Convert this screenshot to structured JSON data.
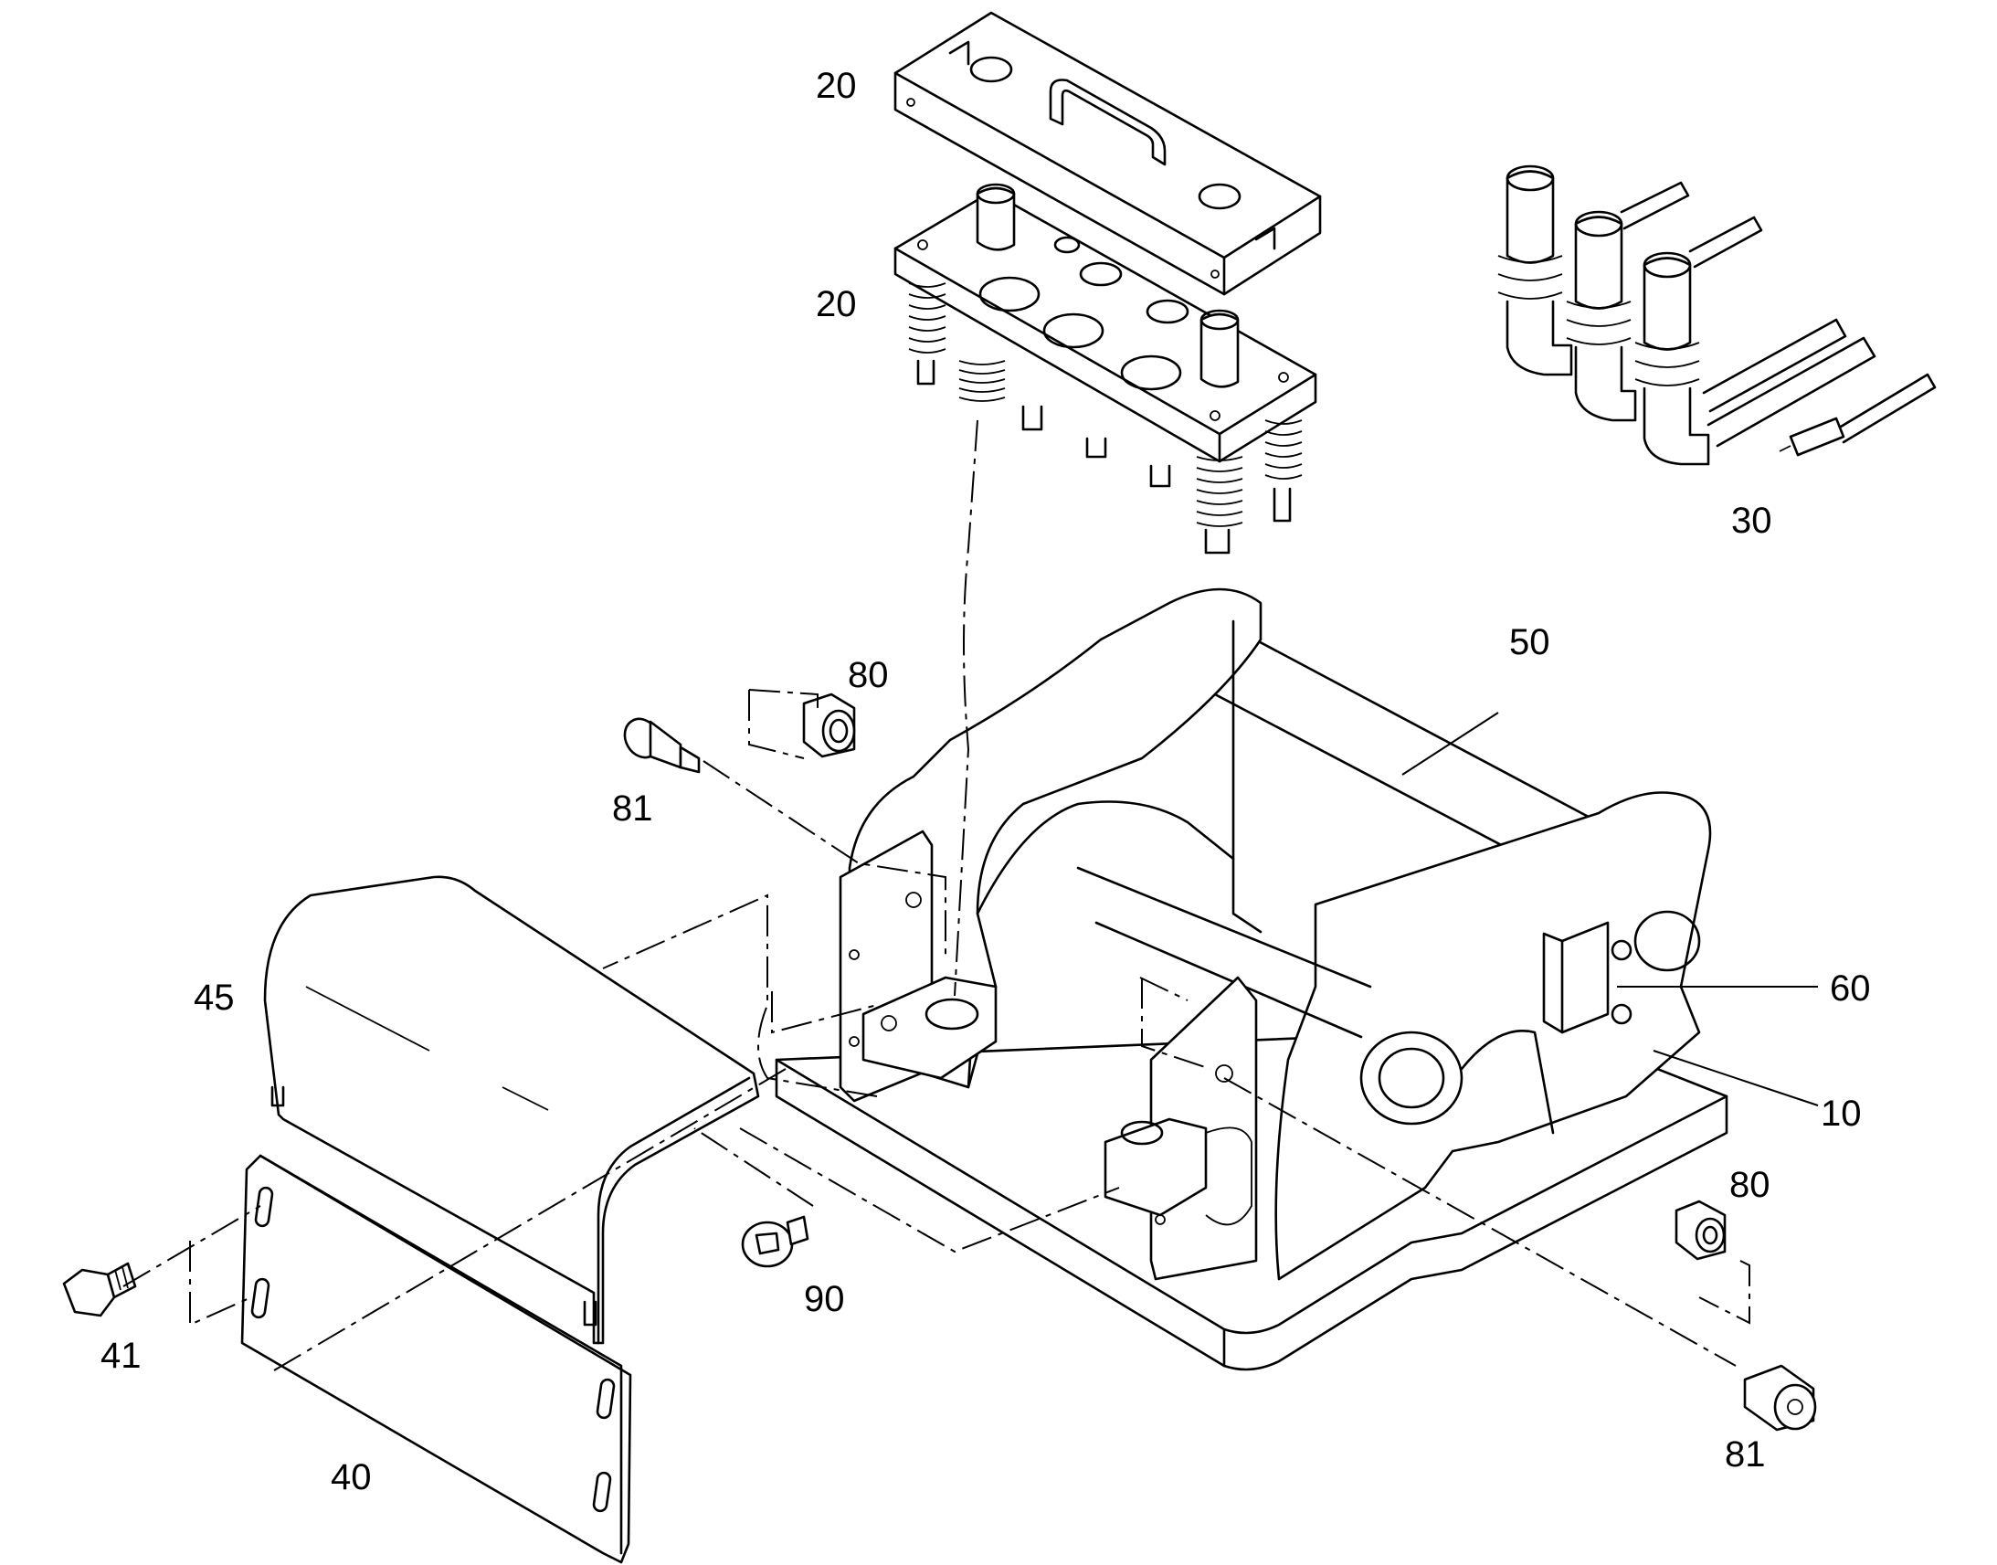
{
  "callouts": {
    "c20_top": "20",
    "c20_mid": "20",
    "c30": "30",
    "c50": "50",
    "c80_top": "80",
    "c81_top": "81",
    "c45": "45",
    "c60": "60",
    "c10": "10",
    "c80_right": "80",
    "c90": "90",
    "c41": "41",
    "c40": "40",
    "c81_bottom": "81"
  }
}
